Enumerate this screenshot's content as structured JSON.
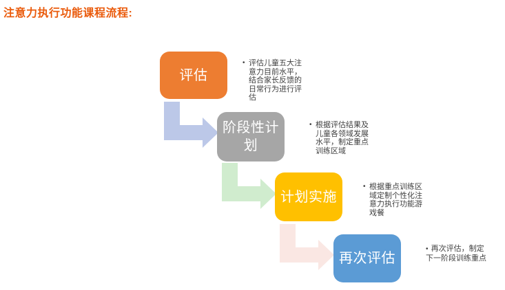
{
  "title": {
    "text": "注意力执行功能课程流程:",
    "color": "#EA5B0C"
  },
  "flow": {
    "bullet": "•",
    "steps": [
      {
        "label": "评估",
        "color": "#ED7D31",
        "note": "评估儿童五大注\n意力目前水平，\n结合家长反馈的\n日常行为进行评\n估"
      },
      {
        "label": "阶段性计划",
        "color": "#A6A6A6",
        "note": "根据评估结果及\n儿童各领域发展\n水平，制定重点\n训练区域"
      },
      {
        "label": "计划实施",
        "color": "#FFC000",
        "note": "根据重点训练区\n域定制个性化注\n意力执行功能游\n戏餐"
      },
      {
        "label": "再次评估",
        "color": "#5B9BD5",
        "note": "再次评估，制定\n下一阶段训练重点"
      }
    ],
    "arrows": [
      {
        "color": "#BCC8E8"
      },
      {
        "color": "#D0ECCE"
      },
      {
        "color": "#FAE7E3"
      }
    ]
  }
}
